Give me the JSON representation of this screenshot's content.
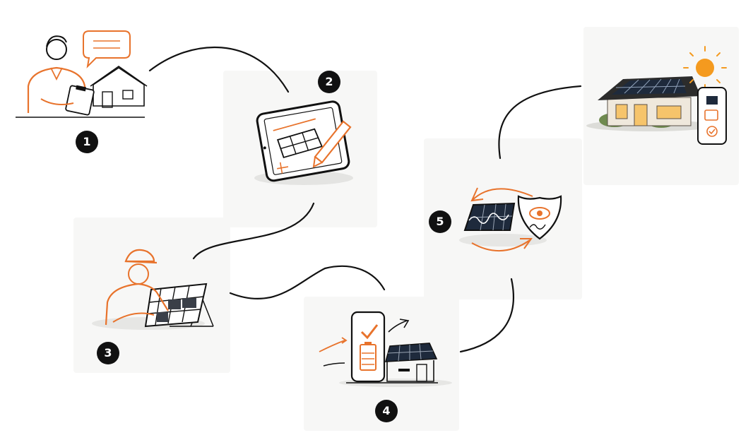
{
  "colors": {
    "accent": "#E8732C",
    "ink": "#111111",
    "sun": "#F49A1F",
    "panel": "#1E2A3C",
    "background": "#FFFFFF"
  },
  "steps": [
    {
      "number": "1",
      "icon": "consultation-icon"
    },
    {
      "number": "2",
      "icon": "design-tablet-icon"
    },
    {
      "number": "3",
      "icon": "installation-icon"
    },
    {
      "number": "4",
      "icon": "activation-icon"
    },
    {
      "number": "5",
      "icon": "monitoring-icon"
    }
  ],
  "final_scene": {
    "icon": "solar-home-icon"
  }
}
